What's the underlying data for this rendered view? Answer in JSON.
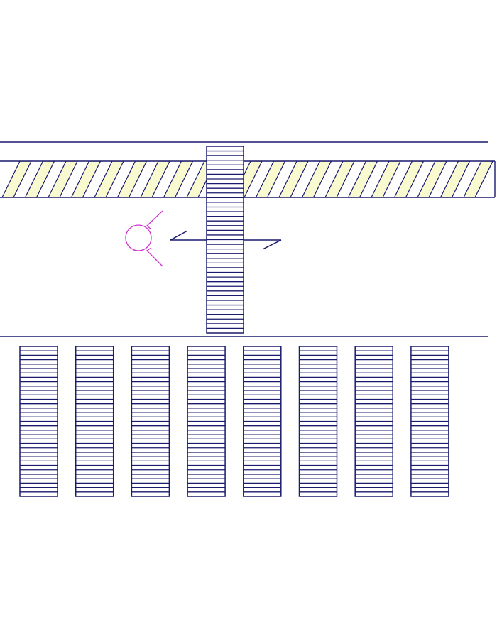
{
  "drawing": {
    "type": "cad-plan",
    "colors": {
      "background": "#ffffff",
      "line": "#1a1a6e",
      "hatch_fill": "#fafad0",
      "symbol": "#cc33cc"
    },
    "stair_racks": {
      "count": 8,
      "rungs_per_rack": 34
    },
    "center_stair": {
      "rungs": 40
    },
    "hatched_band": {
      "stripe_count": 20
    },
    "symbols": [
      "light-fixture-icon",
      "section-cut-symbol"
    ]
  }
}
